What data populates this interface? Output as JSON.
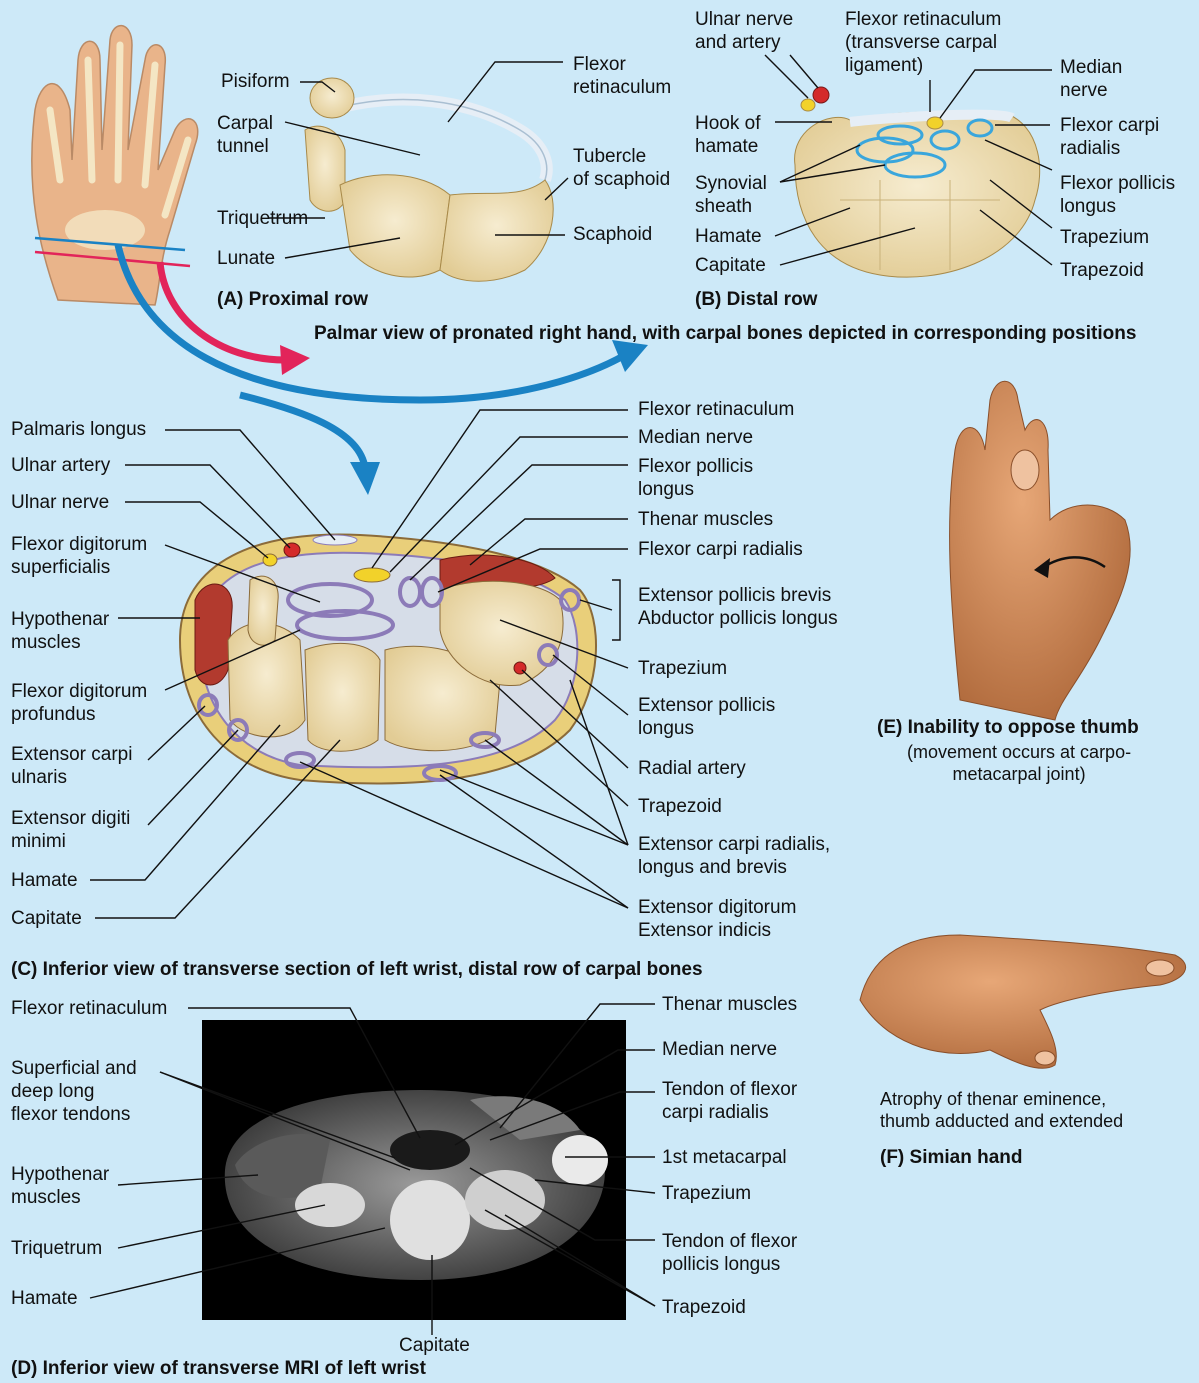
{
  "panel_a": {
    "caption": "(A) Proximal row",
    "labels": {
      "pisiform": "Pisiform",
      "carpal_tunnel": "Carpal\ntunnel",
      "triquetrum": "Triquetrum",
      "lunate": "Lunate",
      "flexor_retinaculum": "Flexor\nretinaculum",
      "tubercle_scaphoid": "Tubercle\nof scaphoid",
      "scaphoid": "Scaphoid"
    }
  },
  "panel_b": {
    "caption": "(B) Distal row",
    "labels": {
      "ulnar_nerve_artery": "Ulnar nerve\nand artery",
      "flexor_retinaculum": "Flexor retinaculum\n(transverse carpal\nligament)",
      "median_nerve": "Median\nnerve",
      "hook_hamate": "Hook of\nhamate",
      "synovial_sheath": "Synovial\nsheath",
      "hamate": "Hamate",
      "capitate": "Capitate",
      "fcr": "Flexor carpi\nradialis",
      "fpl": "Flexor pollicis\nlongus",
      "trapezium": "Trapezium",
      "trapezoid": "Trapezoid"
    }
  },
  "palmar_caption": "Palmar view of pronated right hand, with carpal bones depicted in corresponding positions",
  "panel_c": {
    "caption": "(C) Inferior view of transverse section of left wrist, distal row of carpal bones",
    "left_labels": {
      "palmaris_longus": "Palmaris longus",
      "ulnar_artery": "Ulnar artery",
      "ulnar_nerve": "Ulnar nerve",
      "fds": "Flexor digitorum\nsuperficialis",
      "hypothenar": "Hypothenar\nmuscles",
      "fdp": "Flexor digitorum\nprofundus",
      "ecu": "Extensor carpi\nulnaris",
      "edm": "Extensor digiti\nminimi",
      "hamate": "Hamate",
      "capitate": "Capitate"
    },
    "right_labels": {
      "flexor_retinaculum": "Flexor retinaculum",
      "median_nerve": "Median nerve",
      "fpl": "Flexor pollicis\nlongus",
      "thenar": "Thenar muscles",
      "fcr": "Flexor carpi radialis",
      "epb_apl": "Extensor pollicis brevis\nAbductor pollicis longus",
      "trapezium": "Trapezium",
      "epl": "Extensor pollicis\nlongus",
      "radial_artery": "Radial artery",
      "trapezoid": "Trapezoid",
      "ecrlb": "Extensor carpi radialis,\nlongus and brevis",
      "ed_ei": "Extensor digitorum\nExtensor indicis"
    }
  },
  "panel_d": {
    "caption": "(D) Inferior view of transverse MRI of left wrist",
    "left_labels": {
      "flexor_retinaculum": "Flexor retinaculum",
      "flexor_tendons": "Superficial and\ndeep long\nflexor tendons",
      "hypothenar": "Hypothenar\nmuscles",
      "triquetrum": "Triquetrum",
      "hamate": "Hamate"
    },
    "right_labels": {
      "thenar": "Thenar muscles",
      "median_nerve": "Median nerve",
      "fcr_tendon": "Tendon of flexor\ncarpi radialis",
      "first_metacarpal": "1st metacarpal",
      "trapezium": "Trapezium",
      "fpl_tendon": "Tendon of flexor\npollicis longus",
      "trapezoid": "Trapezoid"
    },
    "bottom_label": "Capitate"
  },
  "panel_e": {
    "caption": "(E) Inability to oppose thumb",
    "subtitle": "(movement occurs at carpo-\nmetacarpal joint)"
  },
  "panel_f": {
    "description": "Atrophy of thenar eminence,\nthumb adducted and extended",
    "caption": "(F) Simian hand"
  },
  "colors": {
    "background": "#cde9f8",
    "bone": "#efe0b8",
    "sheath_blue": "#3aa6dc",
    "arrow_red": "#e2245a",
    "arrow_blue": "#1a82c4",
    "muscle": "#b23a2e",
    "nerve": "#f2d22a",
    "tendon_purple": "#8c7bb8"
  }
}
